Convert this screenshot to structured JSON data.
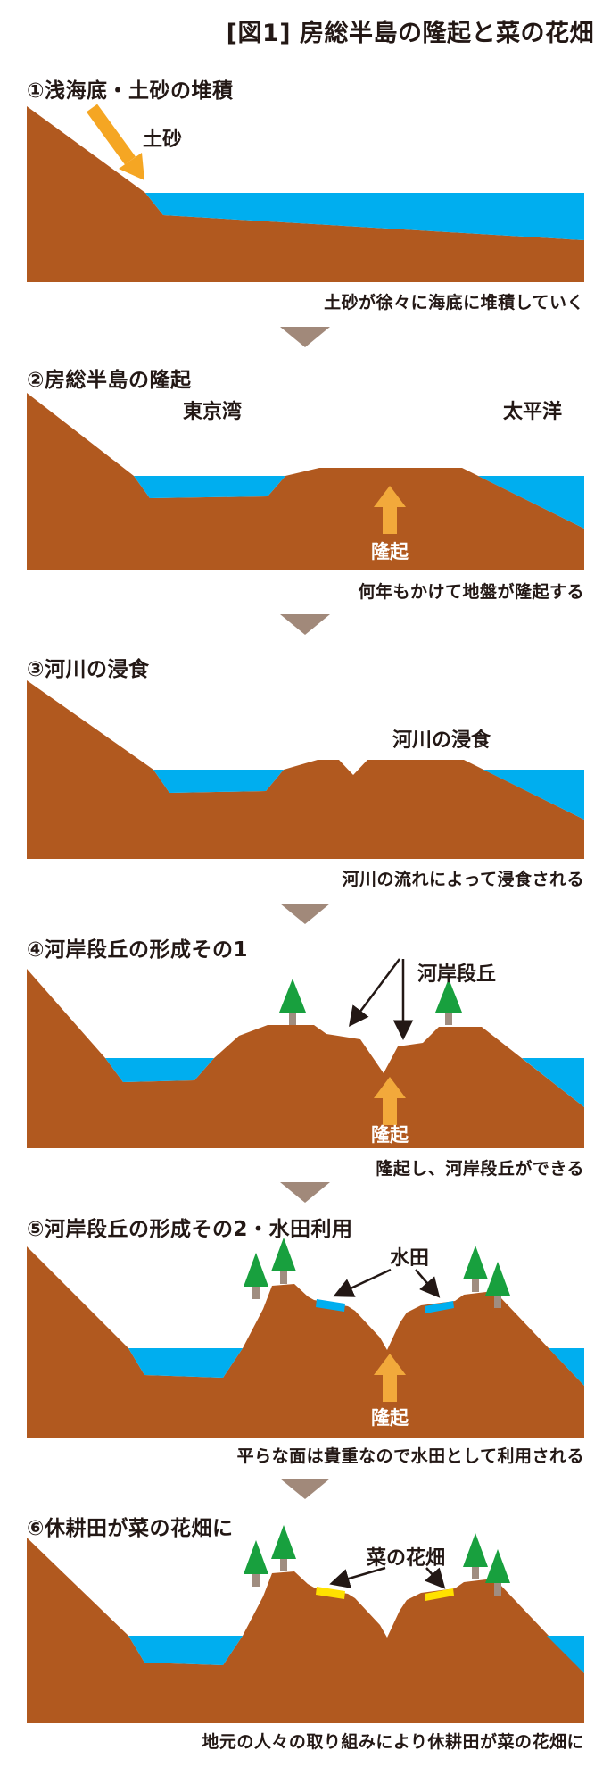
{
  "title": "[図1] 房総半島の隆起と菜の花畑",
  "colors": {
    "ink": "#231815",
    "land": "#b1591f",
    "water": "#00aeef",
    "sediment_arrow": "#f5a623",
    "uplift_arrow": "#f2a93b",
    "separator": "#a1897a",
    "tree": "#18a03e",
    "trunk": "#a08d80",
    "paddy": "#00aeef",
    "flower": "#ffe100"
  },
  "panels": [
    {
      "heading": "①浅海底・土砂の堆積",
      "caption": "土砂が徐々に海底に堆積していく",
      "labels": {
        "sediment": "土砂"
      }
    },
    {
      "heading": "②房総半島の隆起",
      "caption": "何年もかけて地盤が隆起する",
      "labels": {
        "tokyo_bay": "東京湾",
        "pacific": "太平洋",
        "uplift": "隆起"
      }
    },
    {
      "heading": "③河川の浸食",
      "caption": "河川の流れによって浸食される",
      "labels": {
        "erosion": "河川の浸食"
      }
    },
    {
      "heading": "④河岸段丘の形成その1",
      "caption": "隆起し、河岸段丘ができる",
      "labels": {
        "terrace": "河岸段丘",
        "uplift": "隆起"
      }
    },
    {
      "heading": "⑤河岸段丘の形成その2・水田利用",
      "caption": "平らな面は貴重なので水田として利用される",
      "labels": {
        "paddy": "水田",
        "uplift": "隆起"
      }
    },
    {
      "heading": "⑥休耕田が菜の花畑に",
      "caption": "地元の人々の取り組みにより休耕田が菜の花畑に",
      "labels": {
        "flower_field": "菜の花畑"
      }
    }
  ]
}
